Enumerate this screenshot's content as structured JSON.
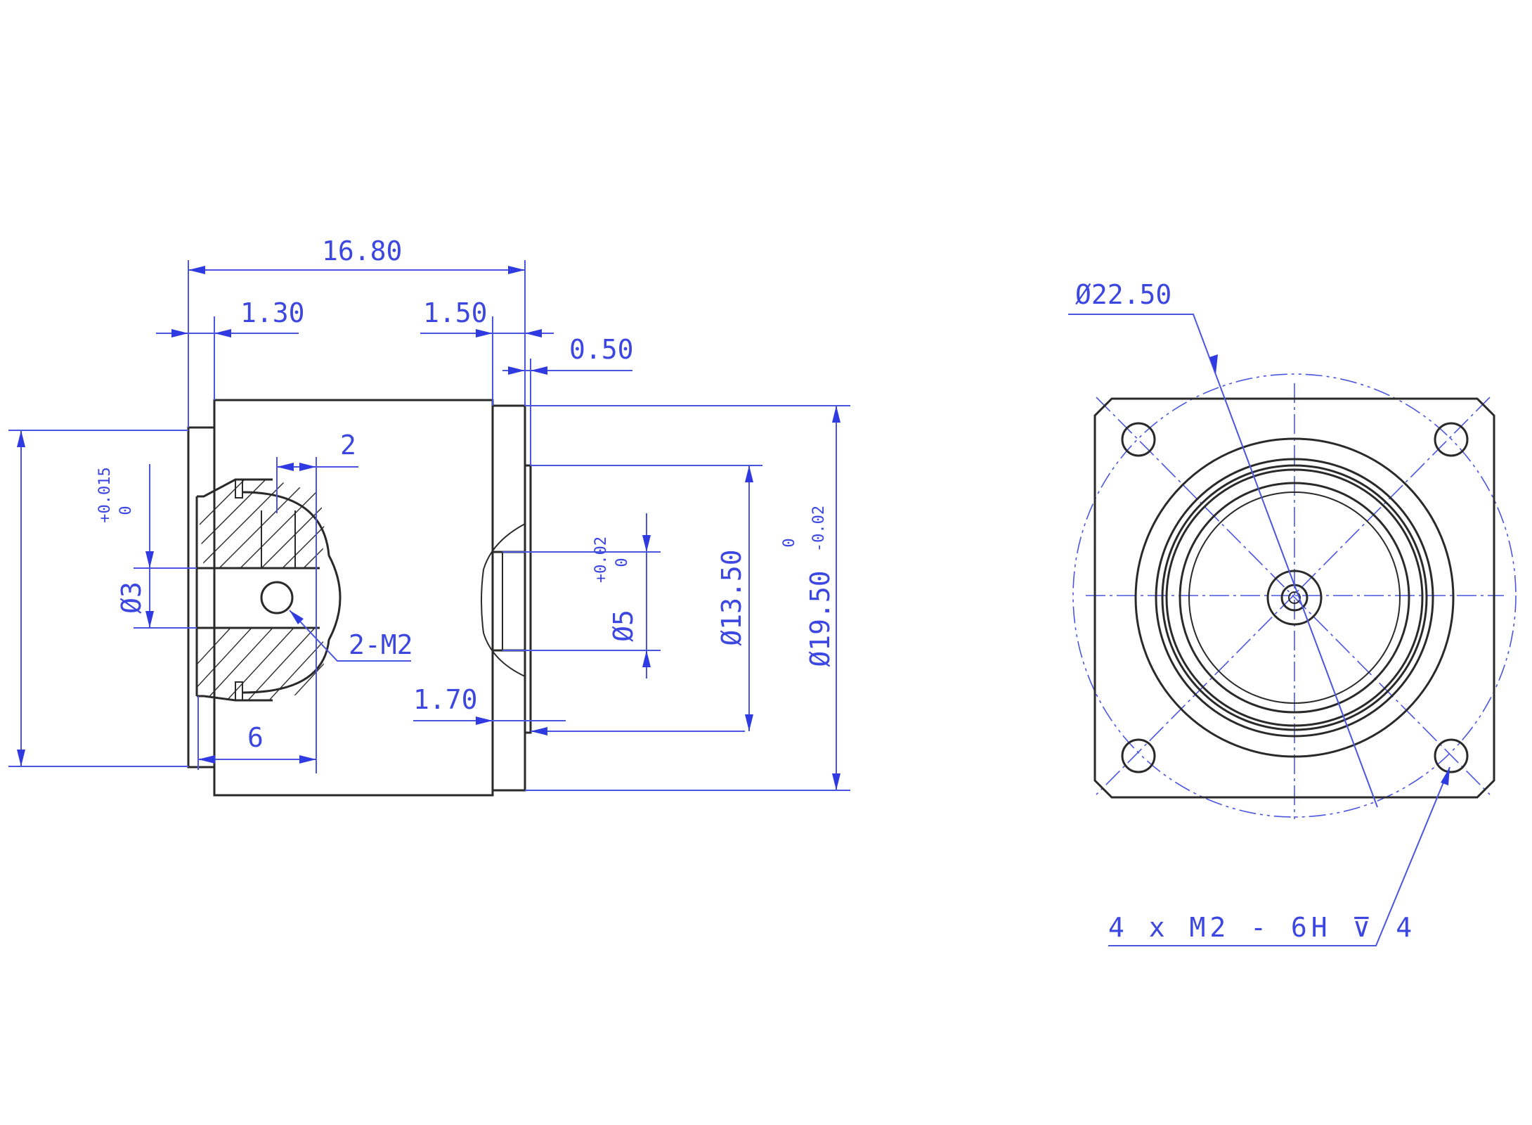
{
  "side_view": {
    "dim_overall_length": "16.80",
    "dim_flange_left": "1.30",
    "dim_flange_right": "1.50",
    "dim_pilot_step": "0.50",
    "dim_slot_width": "2",
    "dim_slot_depth": "6",
    "dim_pilot_length": "1.70",
    "thread_callout": "2-M2",
    "dia_bore": "Ø3",
    "dia_bore_tol_upper": "+0.015",
    "dia_bore_tol_lower": "0",
    "dia_shaft": "Ø5",
    "dia_shaft_tol_upper": "+0.02",
    "dia_shaft_tol_lower": "0",
    "dia_pilot": "Ø13.50",
    "dia_body": "Ø19.50",
    "dia_body_tol_upper": "0",
    "dia_body_tol_lower": "-0.02"
  },
  "front_view": {
    "dia_bolt_circle": "Ø22.50",
    "hole_callout": "4 x M2 - 6H ⊽ 4"
  },
  "colors": {
    "dimension": "#3b47e0",
    "outline": "#2a2a2a"
  }
}
